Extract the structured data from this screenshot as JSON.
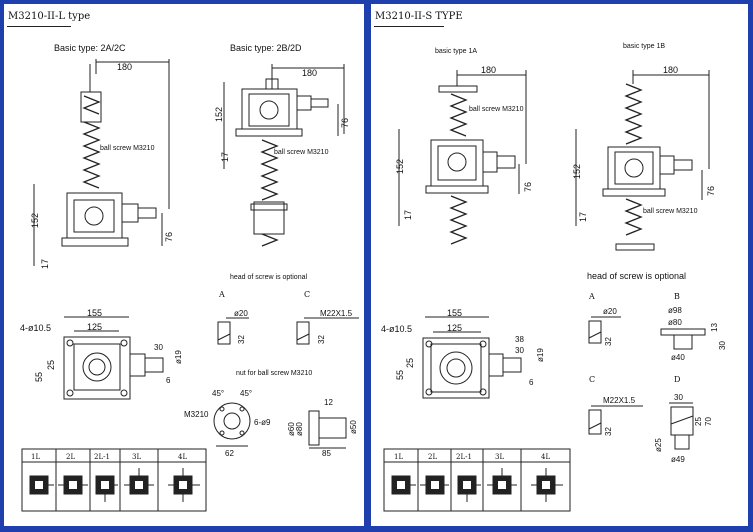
{
  "left_panel": {
    "title": "M3210-II-L type",
    "basic_type_a": "Basic type: 2A/2C",
    "basic_type_b": "Basic type: 2B/2D",
    "dim_180": "180",
    "dim_152": "152",
    "dim_76": "76",
    "dim_17": "17",
    "ball_screw": "ball screw M3210",
    "head_note": "head of screw is optional",
    "opt_a": "A",
    "opt_c": "C",
    "dim_phi20": "ø20",
    "dim_32": "32",
    "dim_m22": "M22X1.5",
    "dim_155": "155",
    "dim_125": "125",
    "dim_holes": "4-ø10.5",
    "dim_55": "55",
    "dim_25": "25",
    "dim_30": "30",
    "dim_phi19": "ø19",
    "dim_6": "6",
    "nut_label": "nut for ball screw M3210",
    "nut_m3210": "M3210",
    "dim_45a": "45°",
    "dim_45b": "45°",
    "dim_6phi9": "6-ø9",
    "dim_62": "62",
    "dim_12": "12",
    "dim_phi80": "ø80",
    "dim_phi50": "ø50",
    "dim_phi60": "ø60",
    "dim_85": "85",
    "layouts": [
      "1L",
      "2L",
      "2L-1",
      "3L",
      "4L"
    ]
  },
  "right_panel": {
    "title": "M3210-II-S TYPE",
    "basic_type_1a": "basic type 1A",
    "basic_type_1b": "basic type 1B",
    "dim_180": "180",
    "dim_152": "152",
    "dim_76": "76",
    "dim_17": "17",
    "ball_screw": "ball screw M3210",
    "head_note": "head of screw is optional",
    "opt_a": "A",
    "opt_b": "B",
    "opt_c": "C",
    "opt_d": "D",
    "dim_phi20": "ø20",
    "dim_32": "32",
    "dim_phi98": "ø98",
    "dim_phi80": "ø80",
    "dim_13": "13",
    "dim_30": "30",
    "dim_phi40": "ø40",
    "dim_m22": "M22X1.5",
    "dim_30b": "30",
    "dim_25": "25",
    "dim_70": "70",
    "dim_phi25": "ø25",
    "dim_phi49": "ø49",
    "dim_155": "155",
    "dim_125": "125",
    "dim_holes": "4-ø10.5",
    "dim_55": "55",
    "dim_25b": "25",
    "dim_38": "38",
    "dim_30c": "30",
    "dim_phi19": "ø19",
    "dim_6": "6",
    "layouts": [
      "1L",
      "2L",
      "2L-1",
      "3L",
      "4L"
    ]
  }
}
